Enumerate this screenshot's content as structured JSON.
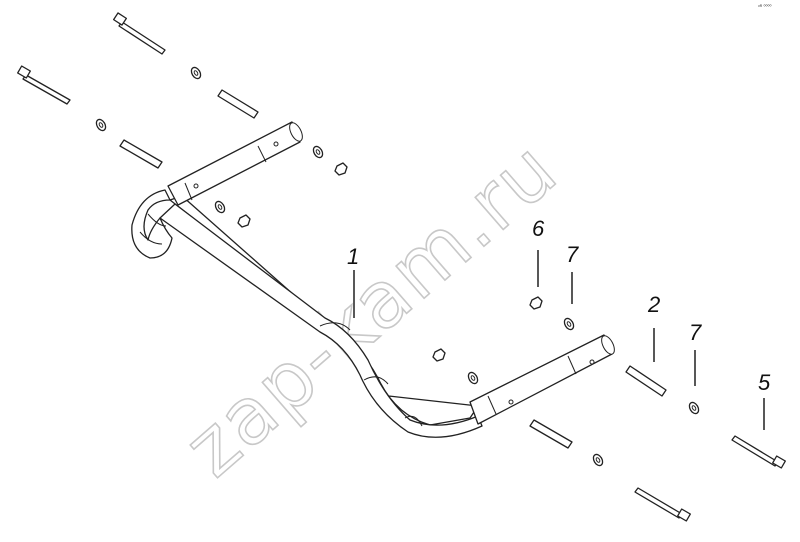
{
  "figure": {
    "corner_mark": "ᵒᴿ ⁰⁰⁰⁰",
    "watermark_text": "zap-kam.ru",
    "callouts": [
      {
        "id": "1",
        "label": "1"
      },
      {
        "id": "6",
        "label": "6"
      },
      {
        "id": "7a",
        "label": "7"
      },
      {
        "id": "2",
        "label": "2"
      },
      {
        "id": "7b",
        "label": "7"
      },
      {
        "id": "5",
        "label": "5"
      }
    ]
  }
}
